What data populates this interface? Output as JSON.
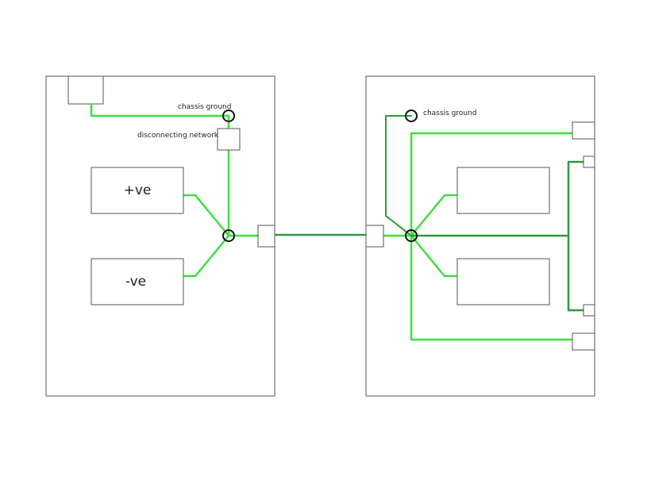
{
  "left_chassis": {
    "chassis_ground_label": "chassis ground",
    "disconnecting_network_label": "disconnecting network",
    "positive_label": "+ve",
    "negative_label": "-ve"
  },
  "right_chassis": {
    "chassis_ground_label": "chassis ground"
  },
  "colors": {
    "wire_bright": "#3ee03e",
    "wire_dark": "#2c9a3c",
    "outline": "#555555",
    "node_stroke": "#111111"
  }
}
